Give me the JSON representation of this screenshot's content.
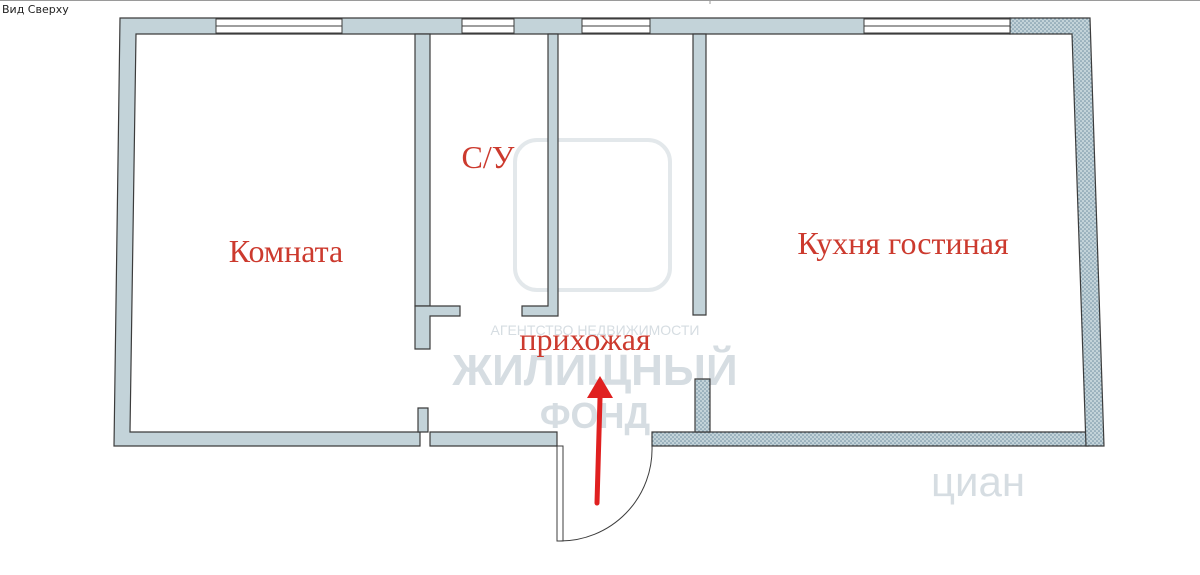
{
  "view_label": "Вид Сверху",
  "rooms": {
    "room": "Комната",
    "bathroom": "С/У",
    "hallway": "прихожая",
    "kitchen_living": "Кухня гостиная"
  },
  "watermarks": {
    "agency_small": "АГЕНТСТВО НЕДВИЖИМОСТИ",
    "agency_big": "ЖИЛИЩНЫЙ",
    "agency_fund": "ФОНД",
    "site": "циан"
  },
  "colors": {
    "wall_fill": "#c3d3d9",
    "wall_stroke": "#3c3c3c",
    "label": "#cc3a2e",
    "arrow": "#e02020",
    "window": "#ffffff"
  }
}
